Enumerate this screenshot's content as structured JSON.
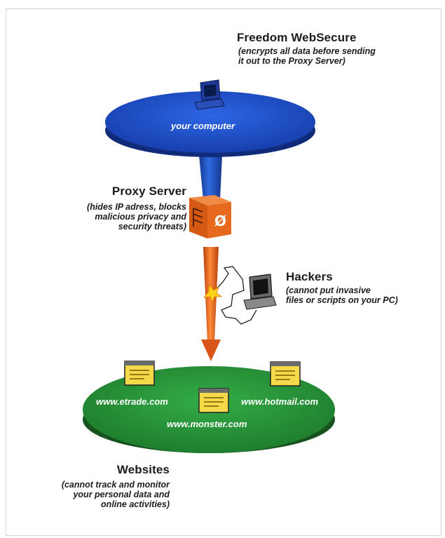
{
  "computer": {
    "title": "Freedom WebSecure",
    "desc_line1": "(encrypts all data before sending",
    "desc_line2": "it out to the Proxy Server)",
    "disc_label": "your computer"
  },
  "proxy": {
    "title": "Proxy Server",
    "desc_line1": "(hides IP adress, blocks",
    "desc_line2": "malicious privacy and",
    "desc_line3": "security threats)",
    "box_symbol": "Ø"
  },
  "hackers": {
    "title": "Hackers",
    "desc_line1": "(cannot put invasive",
    "desc_line2": "files or scripts on your PC)"
  },
  "websites": {
    "title": "Websites",
    "desc_line1": "(cannot track and monitor",
    "desc_line2": "your personal data and",
    "desc_line3": "online activities)",
    "sites": [
      "www.etrade.com",
      "www.monster.com",
      "www.hotmail.com"
    ]
  },
  "colors": {
    "computer_disc": "#1f4fc6",
    "proxy_box": "#e3651c",
    "websites_disc": "#2a9a3c",
    "browser_window": "#f4d94a"
  }
}
